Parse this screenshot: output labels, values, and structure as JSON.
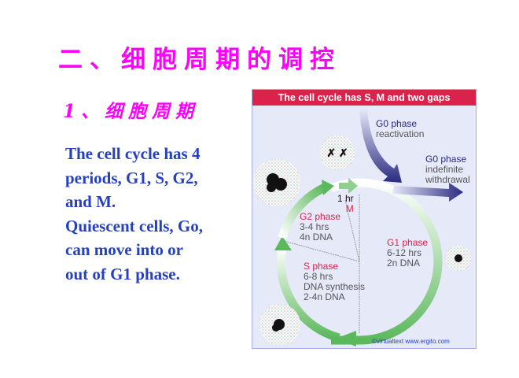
{
  "slide": {
    "title": "二、细胞周期的调控",
    "subtitle": "1、细胞周期",
    "body_lines": [
      "The cell cycle has 4",
      "periods, G1, S, G2,",
      "and M.",
      "Quiescent cells, Go,",
      "can move into or",
      "out of G1 phase."
    ]
  },
  "figure": {
    "header": "The cell cycle has S, M and two gaps",
    "g0_reactivation": {
      "title": "G0 phase",
      "line": "reactivation"
    },
    "g0_withdrawal": {
      "title": "G0 phase",
      "line1": "indefinite",
      "line2": "withdrawal"
    },
    "m_phase": {
      "time": "1 hr",
      "title": "M"
    },
    "g2_phase": {
      "title": "G2 phase",
      "time": "3-4 hrs",
      "dna": "4n DNA"
    },
    "g1_phase": {
      "title": "G1 phase",
      "time": "6-12 hrs",
      "dna": "2n DNA"
    },
    "s_phase": {
      "title": "S phase",
      "time": "6-8 hrs",
      "desc": "DNA synthesis",
      "dna": "2-4n DNA"
    },
    "credit": "©virtualtext www.ergito.com",
    "colors": {
      "header": "#d9234c",
      "arrow_green": "#5cb85c",
      "arrow_blue": "#2a2a80",
      "title": "#ff00ff",
      "body": "#2540c0"
    }
  }
}
